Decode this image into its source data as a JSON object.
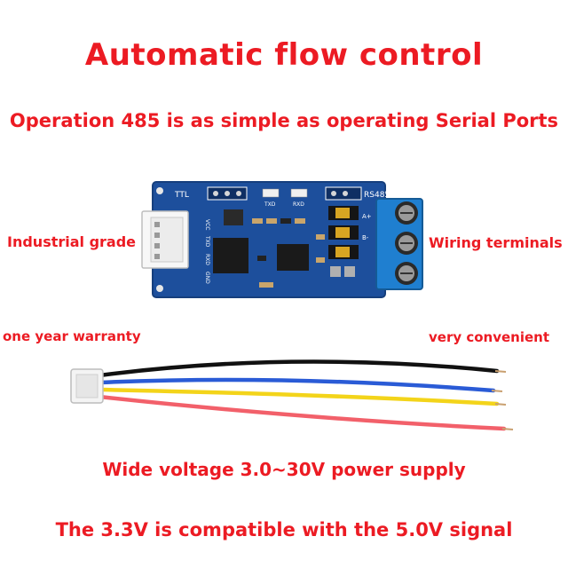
{
  "title": "Automatic flow control",
  "subtitle": "Operation 485 is as simple as operating Serial Ports",
  "labels": {
    "industrial": "Industrial grade",
    "wiring": "Wiring terminals",
    "warranty": "one year warranty",
    "convenient": "very convenient"
  },
  "voltage_line": "Wide voltage 3.0~30V power supply",
  "compat_line": "The 3.3V is compatible with the 5.0V signal",
  "board": {
    "ttl": "TTL",
    "rs485": "RS485",
    "txd": "TXD",
    "rxd": "RXD",
    "a_plus": "A+",
    "b_minus": "B-",
    "pins": [
      "VCC",
      "TXD",
      "RXD",
      "GND"
    ]
  },
  "colors": {
    "text": "#ec1b23",
    "pcb": "#1d4f9c",
    "terminal": "#1f7fd0",
    "wires": [
      "#111111",
      "#2a5bd6",
      "#f3d41a",
      "#f2606a"
    ]
  }
}
